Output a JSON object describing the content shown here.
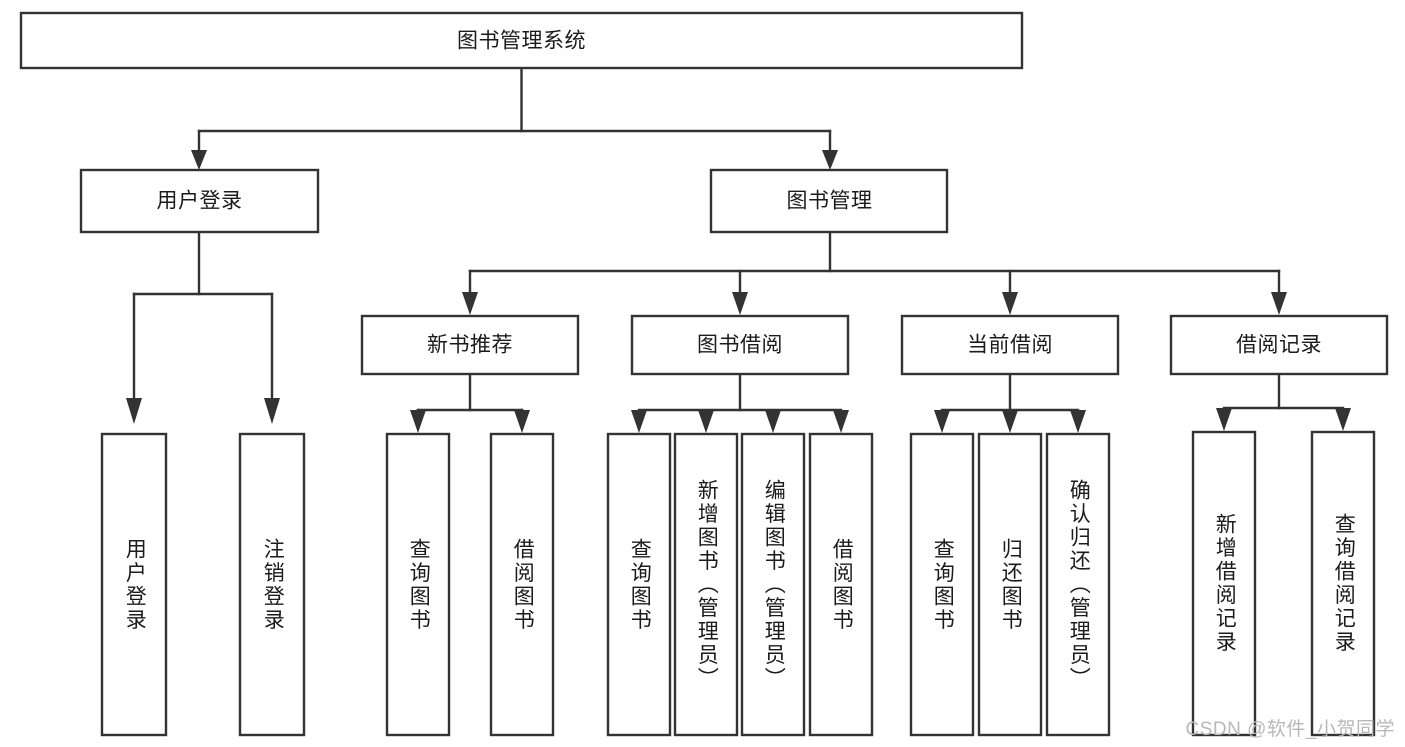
{
  "diagram": {
    "type": "tree",
    "title": "图书管理系统",
    "watermark": "CSDN @软件_小贺同学",
    "colors": {
      "box_stroke": "#333333",
      "box_fill": "#ffffff",
      "text": "#1b1b1b",
      "background": "#ffffff",
      "watermark": "#b8b8b8"
    },
    "root": {
      "label": "图书管理系统"
    },
    "level2": [
      {
        "label": "用户登录"
      },
      {
        "label": "图书管理"
      }
    ],
    "level3": [
      {
        "label": "新书推荐"
      },
      {
        "label": "图书借阅"
      },
      {
        "label": "当前借阅"
      },
      {
        "label": "借阅记录"
      }
    ],
    "leaves": {
      "user_login": [
        {
          "label": "用户登录"
        },
        {
          "label": "注销登录"
        }
      ],
      "new_book_recommend": [
        {
          "label": "查询图书"
        },
        {
          "label": "借阅图书"
        }
      ],
      "book_borrow": [
        {
          "label": "查询图书"
        },
        {
          "label": "新增图书（管理员）"
        },
        {
          "label": "编辑图书（管理员）"
        },
        {
          "label": "借阅图书"
        }
      ],
      "current_borrow": [
        {
          "label": "查询图书"
        },
        {
          "label": "归还图书"
        },
        {
          "label": "确认归还（管理员）"
        }
      ],
      "borrow_record": [
        {
          "label": "新增借阅记录"
        },
        {
          "label": "查询借阅记录"
        }
      ]
    }
  }
}
